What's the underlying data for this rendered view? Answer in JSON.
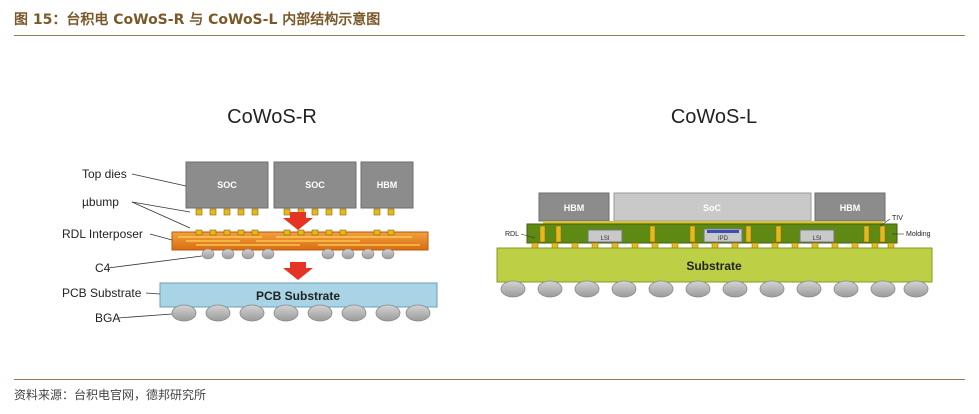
{
  "figure": {
    "title": "图 15：台积电 CoWoS-R 与 CoWoS-L 内部结构示意图",
    "source": "资料来源：台积电官网，德邦研究所"
  },
  "cowos_r": {
    "heading": "CoWoS-R",
    "labels": {
      "top_dies": "Top dies",
      "ubump": "µbump",
      "rdl_interposer": "RDL Interposer",
      "c4": "C4",
      "pcb_substrate": "PCB Substrate",
      "bga": "BGA"
    },
    "dies": [
      "SOC",
      "SOC",
      "HBM"
    ],
    "substrate_text": "PCB Substrate"
  },
  "cowos_l": {
    "heading": "CoWoS-L",
    "dies": [
      "HBM",
      "SoC",
      "HBM"
    ],
    "labels": {
      "rdl": "RDL",
      "tiv": "TIV",
      "molding": "Molding",
      "lsi": "LSI",
      "ipd": "IPD"
    },
    "substrate_text": "Substrate"
  },
  "colors": {
    "die_gray": "#8c8c8c",
    "die_light": "#c9c9c9",
    "interposer_orange": "#e8821e",
    "pcb_blue": "#a8d4e6",
    "substrate_green": "#bccf45",
    "molding_green": "#5e8a14",
    "bump_gold": "#e6b820",
    "ball_gray": "#b5b5b5",
    "arrow_red": "#e53424",
    "title_brown": "#7a5a2a"
  }
}
